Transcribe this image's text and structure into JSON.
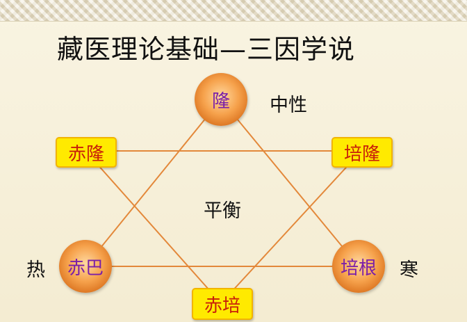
{
  "title": "藏医理论基础—三因学说",
  "center_label": "平衡",
  "circles": {
    "top": "隆",
    "left": "赤巴",
    "right": "培根"
  },
  "boxes": {
    "upper_left": "赤隆",
    "upper_right": "培隆",
    "bottom": "赤培"
  },
  "side_labels": {
    "top": "中性",
    "left": "热",
    "right": "寒"
  },
  "colors": {
    "line": "#e3883a",
    "circle": "#f29a3c",
    "circle_text": "#7a1fa8",
    "box_fill": "#ffea00",
    "box_text": "#c81e0a"
  }
}
